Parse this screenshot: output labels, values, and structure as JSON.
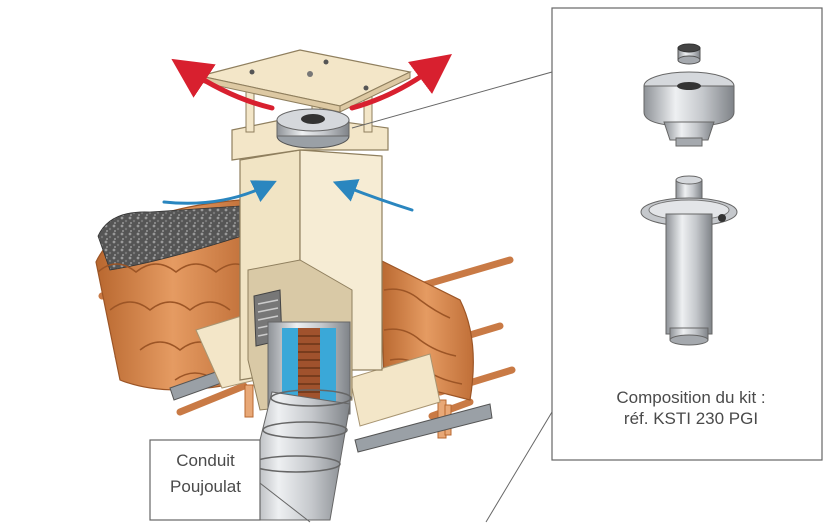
{
  "callouts": {
    "kit": {
      "line1": "Composition du kit :",
      "line2": "réf. KSTI 230 PGI"
    },
    "conduit": {
      "line1": "Conduit",
      "line2": "Poujoulat"
    }
  },
  "colors": {
    "tile": "#d98a4f",
    "tile_dark": "#b8672f",
    "batten": "#e8a877",
    "hood_cream": "#f3e6c8",
    "hood_shadow": "#ddc9a3",
    "steel": "#b9bcc0",
    "steel_dark": "#8e9297",
    "insulation": "#3aa8d8",
    "coil": "#a0522d",
    "arrow_red": "#d8202f",
    "arrow_blue": "#2a86bf",
    "frame": "#666666"
  }
}
